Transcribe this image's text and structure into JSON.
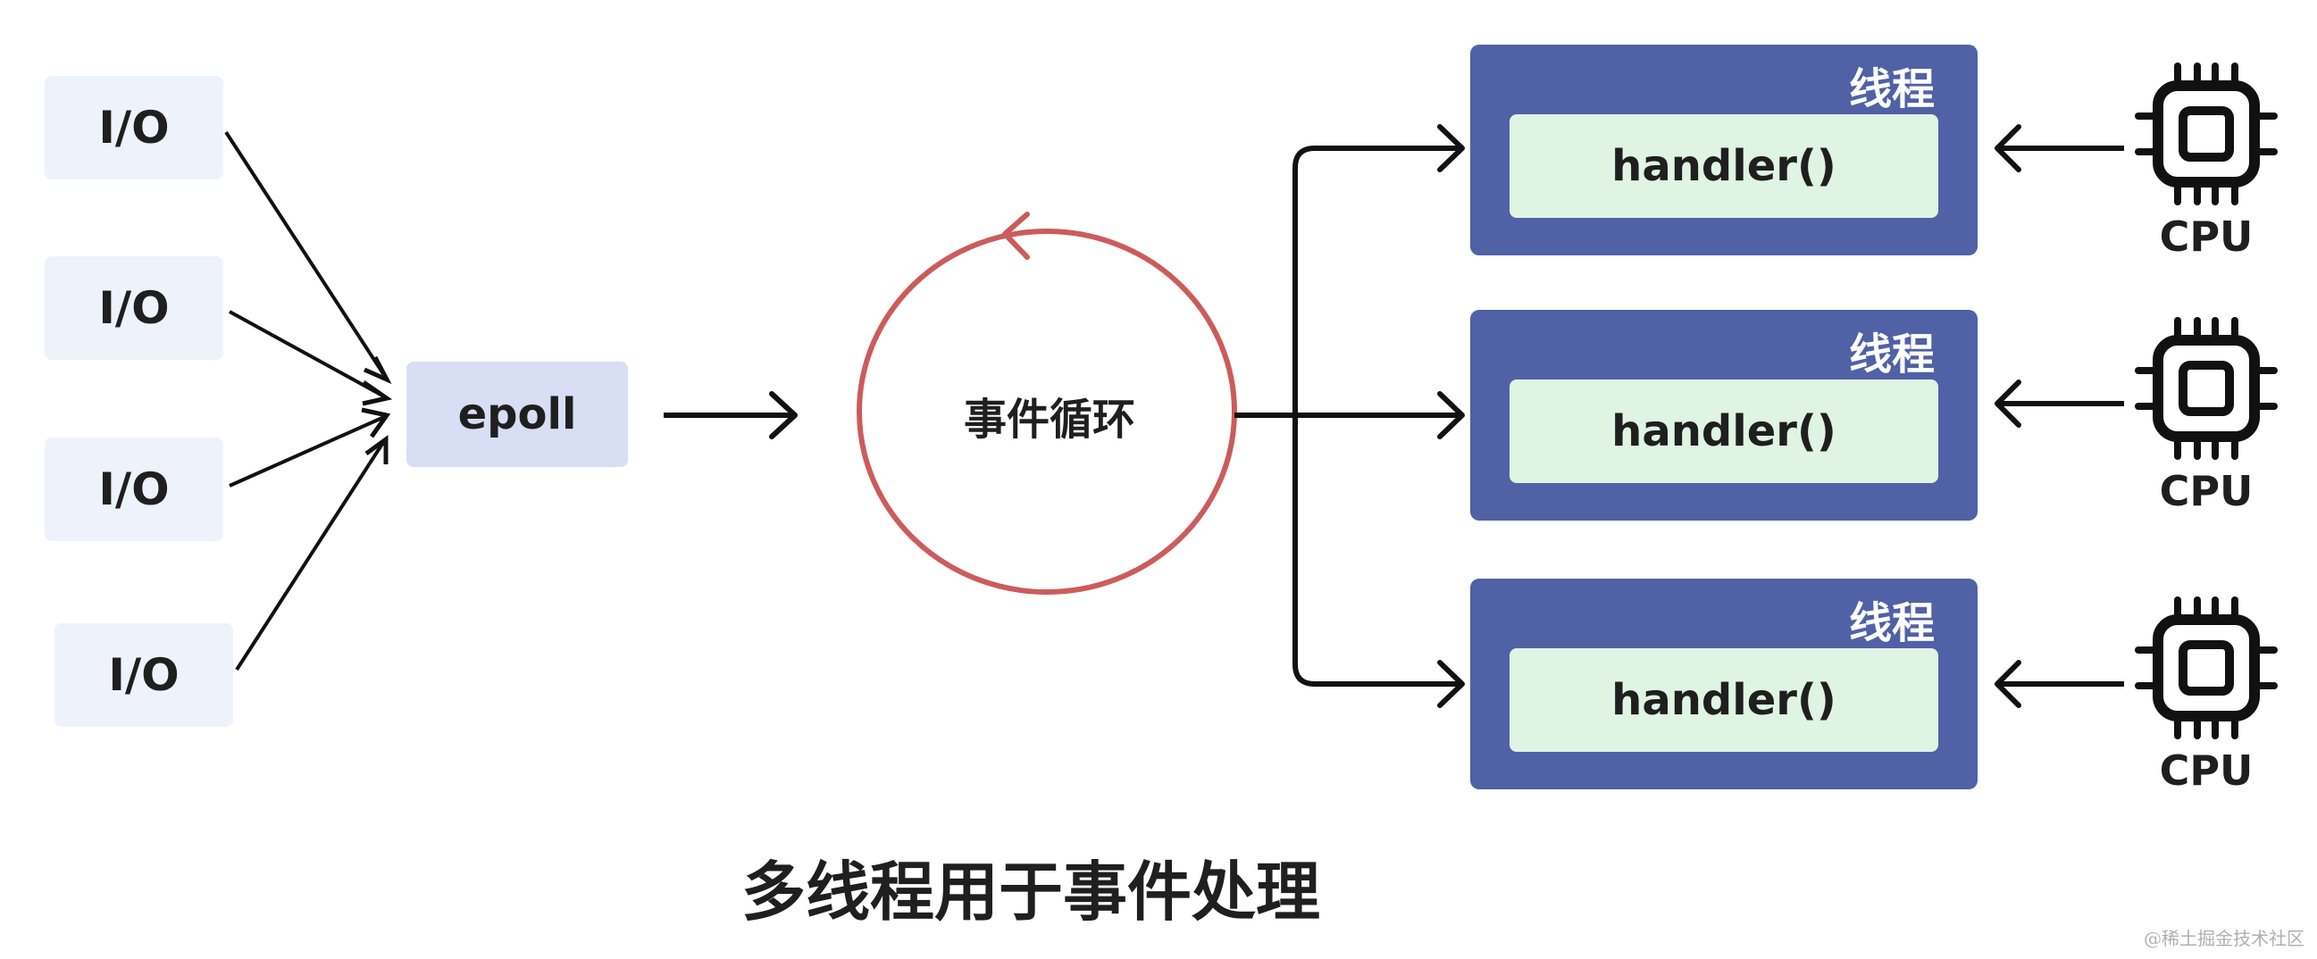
{
  "io_nodes": [
    "I/O",
    "I/O",
    "I/O",
    "I/O"
  ],
  "epoll": "epoll",
  "event_loop": "事件循环",
  "threads": [
    {
      "title": "线程",
      "handler": "handler()"
    },
    {
      "title": "线程",
      "handler": "handler()"
    },
    {
      "title": "线程",
      "handler": "handler()"
    }
  ],
  "cpus": [
    "CPU",
    "CPU",
    "CPU"
  ],
  "caption": "多线程用于事件处理",
  "watermark": "@稀土掘金技术社区",
  "colors": {
    "thread_bg": "#5161a6",
    "handler_bg": "#e0f4e3",
    "io_bg": "#eef2fb",
    "epoll_bg": "#d8def3",
    "loop_circle": "#cd5b5b"
  }
}
